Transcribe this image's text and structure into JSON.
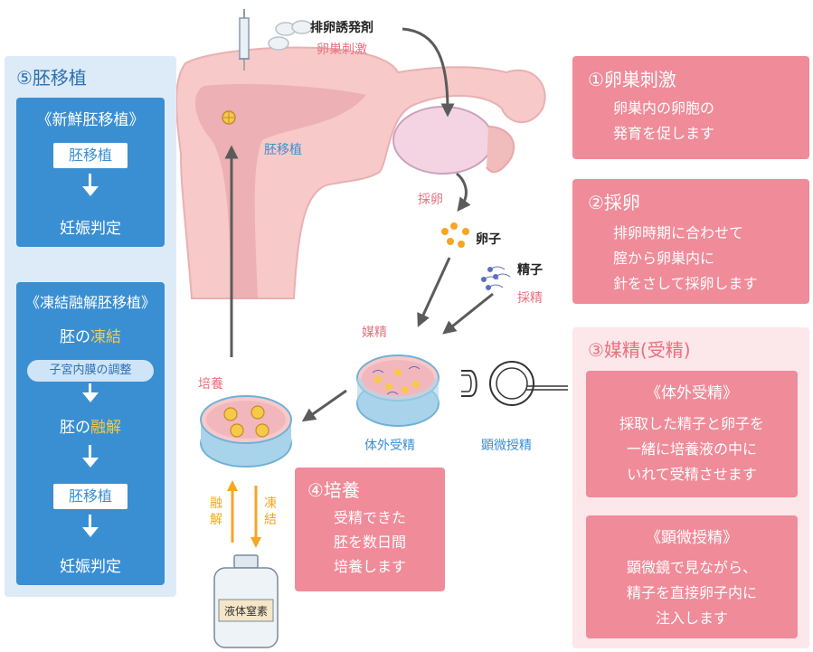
{
  "left": {
    "title": "⑤胚移植",
    "fresh": {
      "heading": "《新鮮胚移植》",
      "step1": "胚移植",
      "step2": "妊娠判定"
    },
    "frozen": {
      "heading": "《凍結融解胚移植》",
      "line1_a": "胚の",
      "line1_b": "凍結",
      "pill": "子宮内膜の調整",
      "line2_a": "胚の",
      "line2_b": "融解",
      "step3": "胚移植",
      "step4": "妊娠判定"
    }
  },
  "center": {
    "drug_black": "排卵誘発剤",
    "drug_pink": "卵巣刺激",
    "embryo_transfer": "胚移植",
    "egg_retrieval": "採卵",
    "egg": "卵子",
    "sperm": "精子",
    "sperm_collect": "採精",
    "insemination": "媒精",
    "culture": "培養",
    "ivf": "体外受精",
    "icsi": "顕微授精",
    "thaw": "融解",
    "freeze": "凍結",
    "bottle_label": "液体窒素"
  },
  "right": {
    "step1_title": "①卵巣刺激",
    "step1_text": [
      "卵巣内の卵胞の",
      "発育を促します"
    ],
    "step2_title": "②採卵",
    "step2_text": [
      "排卵時期に合わせて",
      "腟から卵巣内に",
      "針をさして採卵します"
    ],
    "step3_title": "③媒精(受精)",
    "ivf_heading": "《体外受精》",
    "ivf_text": [
      "採取した精子と卵子を",
      "一緒に培養液の中に",
      "いれて受精させます"
    ],
    "icsi_heading": "《顕微授精》",
    "icsi_text": [
      "顕微鏡で見ながら、",
      "精子を直接卵子内に",
      "注入します"
    ]
  },
  "step4": {
    "title": "④培養",
    "text": [
      "受精できた",
      "胚を数日間",
      "培養します"
    ]
  },
  "colors": {
    "blue": "#3a8fd3",
    "pink": "#f08b99",
    "light_pink": "#fce7ea",
    "orange": "#f5a623",
    "yellow": "#f7c948",
    "panel_blue": "#dcebf7"
  }
}
